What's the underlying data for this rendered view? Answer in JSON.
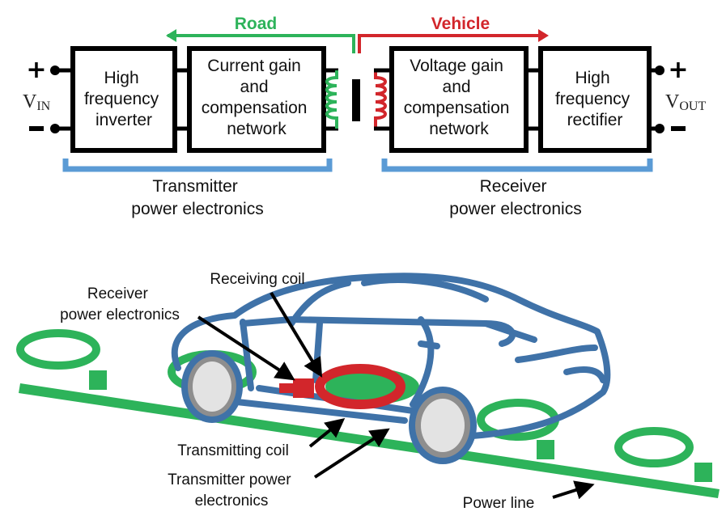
{
  "colors": {
    "road": "#2db35a",
    "vehicle": "#d2262b",
    "bracket": "#5b9bd5",
    "car": "#3f72a8",
    "wheel_fill": "#e3e3e3",
    "tire": "#8e8e8e",
    "box": "#000000"
  },
  "block_diagram": {
    "road_label": "Road",
    "vehicle_label": "Vehicle",
    "vin": {
      "main": "V",
      "sub": "IN"
    },
    "vout": {
      "main": "V",
      "sub": "OUT"
    },
    "plus": "+",
    "minus": "−",
    "blocks": [
      {
        "lines": [
          "High",
          "frequency",
          "inverter"
        ]
      },
      {
        "lines": [
          "Current gain",
          "and",
          "compensation",
          "network"
        ]
      },
      {
        "lines": [
          "Voltage gain",
          "and",
          "compensation",
          "network"
        ]
      },
      {
        "lines": [
          "High",
          "frequency",
          "rectifier"
        ]
      }
    ],
    "transmitter_group": [
      "Transmitter",
      "power electronics"
    ],
    "receiver_group": [
      "Receiver",
      "power electronics"
    ]
  },
  "illustration": {
    "callouts": {
      "receiving_coil": "Receiving coil",
      "receiver_pe": [
        "Receiver",
        "power electronics"
      ],
      "transmitting_coil": "Transmitting coil",
      "transmitter_pe": [
        "Transmitter power",
        "electronics"
      ],
      "power_line": "Power line"
    }
  }
}
